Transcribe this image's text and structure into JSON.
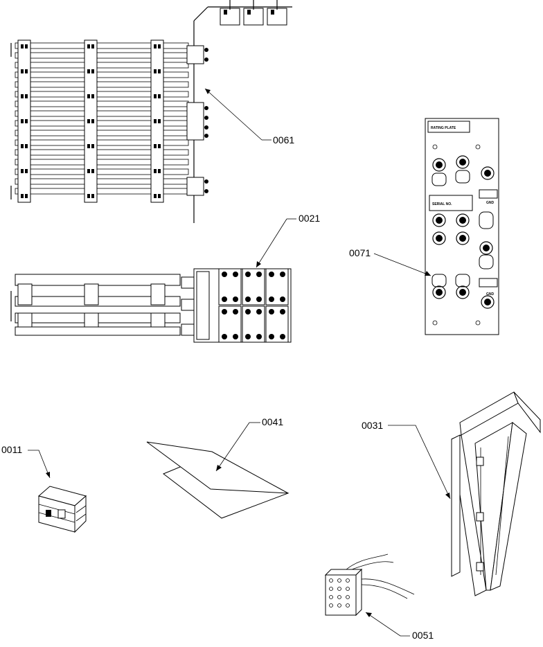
{
  "callouts": [
    {
      "id": "0061",
      "label": "0061"
    },
    {
      "id": "0021",
      "label": "0021"
    },
    {
      "id": "0071",
      "label": "0071"
    },
    {
      "id": "0041",
      "label": "0041"
    },
    {
      "id": "0031",
      "label": "0031"
    },
    {
      "id": "0011",
      "label": "0011"
    },
    {
      "id": "0051",
      "label": "0051"
    }
  ],
  "plate": {
    "rating_plate": "RATING PLATE",
    "serial_no": "SERIAL NO.",
    "gnd_top": "GND",
    "gnd_bottom": "GND"
  }
}
